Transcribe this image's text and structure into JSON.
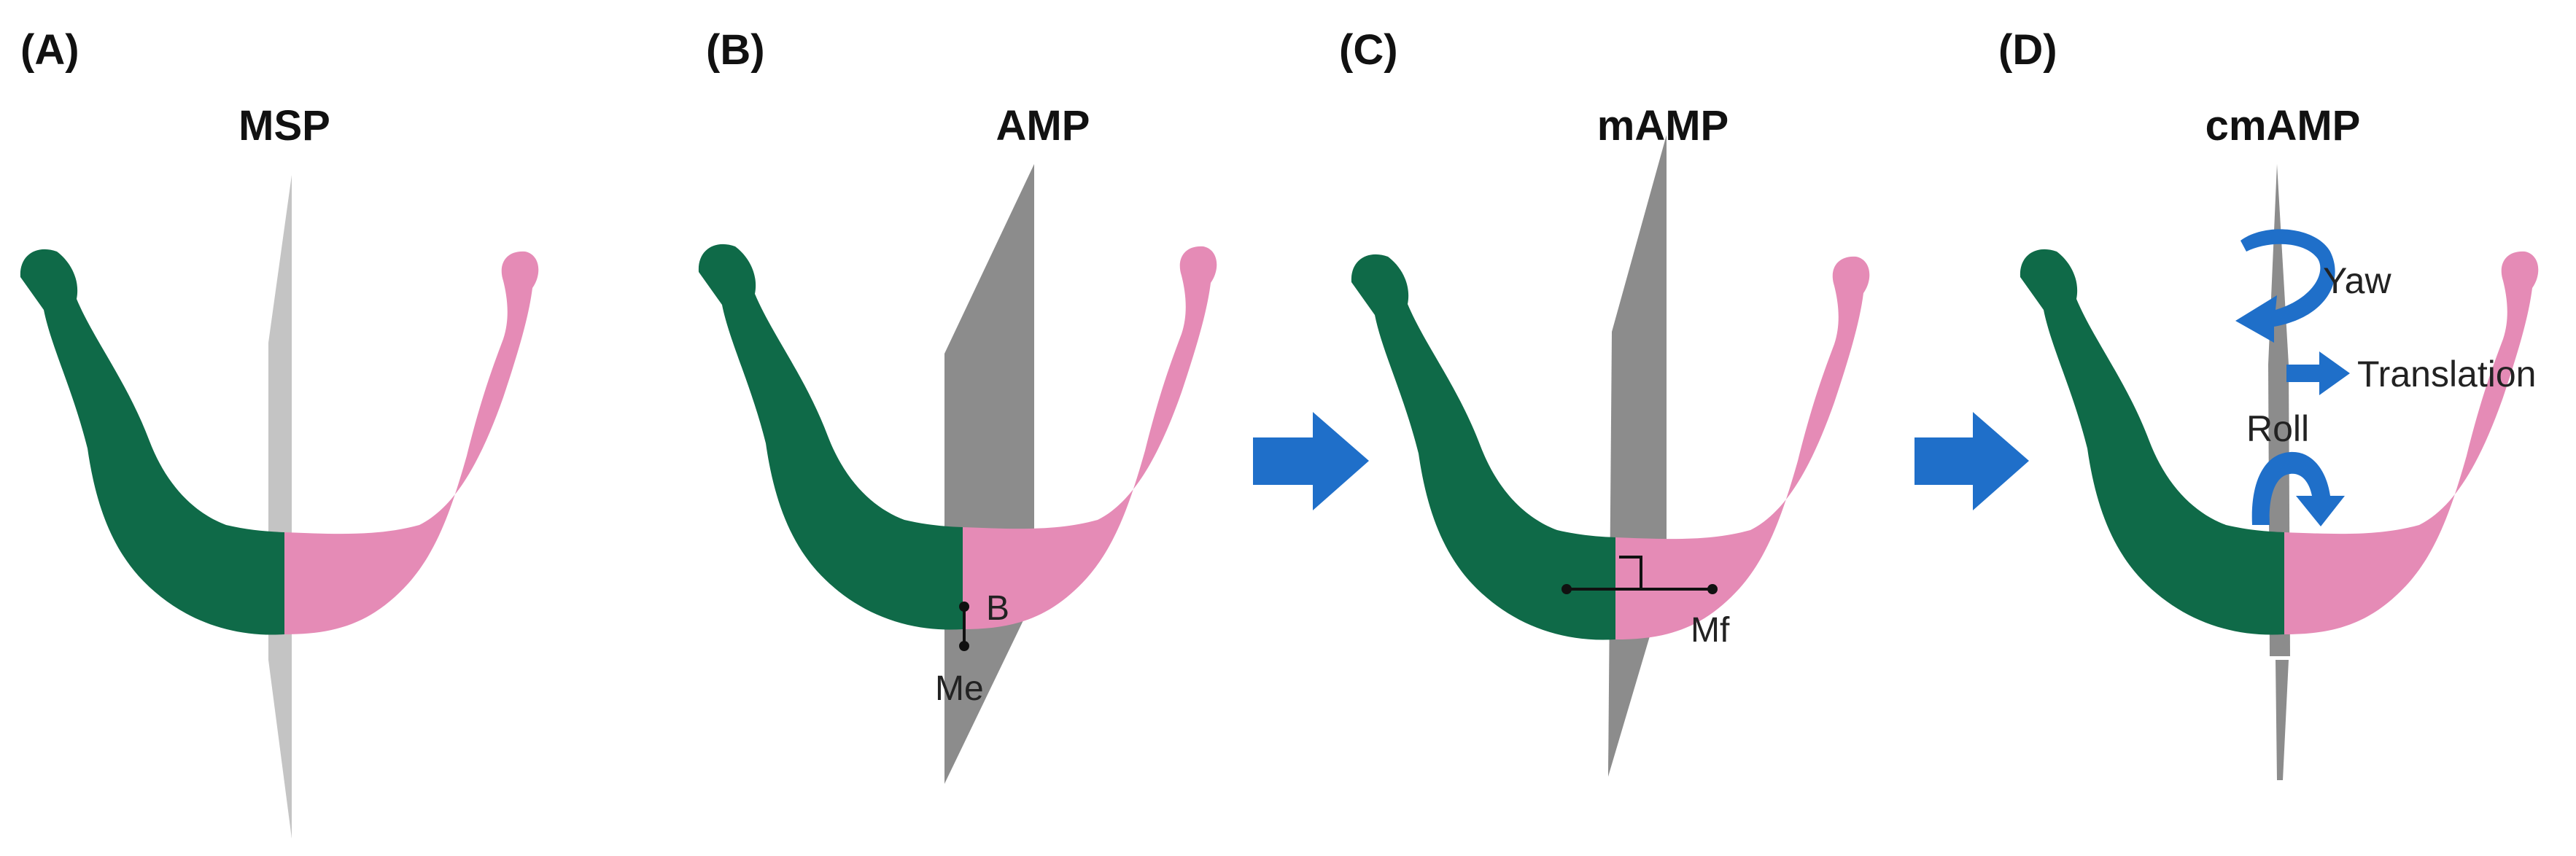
{
  "colors": {
    "left_half": "#0f6a48",
    "right_half": "#e58bb6",
    "plane": "#8c8c8c",
    "plane_light": "#c4c4c4",
    "arrow": "#1f6fc9"
  },
  "panels": [
    {
      "label": "(A)",
      "plane": "MSP"
    },
    {
      "label": "(B)",
      "plane": "AMP",
      "landmarks": [
        "B",
        "Me"
      ]
    },
    {
      "label": "(C)",
      "plane": "mAMP",
      "landmarks": [
        "Mf"
      ]
    },
    {
      "label": "(D)",
      "plane": "cmAMP",
      "motions": [
        "Yaw",
        "Translation",
        "Roll"
      ]
    }
  ]
}
